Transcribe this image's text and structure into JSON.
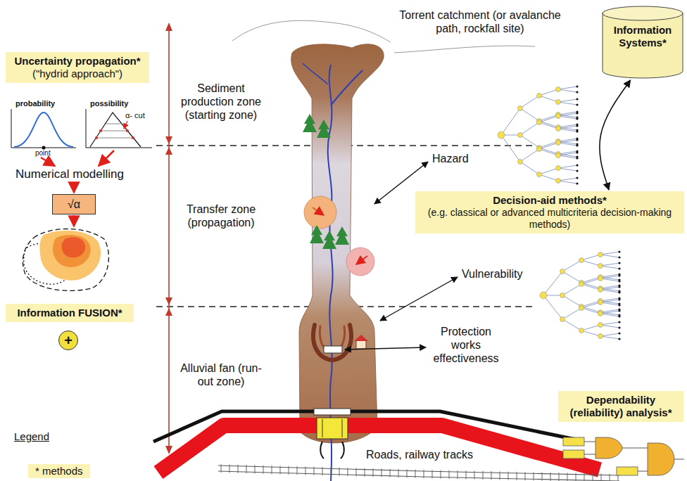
{
  "diagram": {
    "nodes": [
      {
        "text": [
          "Uncertainty propagation*",
          "(\"hydrid approach\")"
        ]
      },
      {
        "text": [
          "Information Systems*"
        ]
      },
      {
        "text": [
          "Decision-aid methods*",
          "(e.g. classical or advanced multicriteria decision-making methods)"
        ]
      },
      {
        "text": [
          "√α"
        ]
      },
      {
        "text": [
          "Dependability (reliability) analysis*"
        ]
      },
      {
        "text": [
          "Information FUSION*"
        ]
      },
      {
        "text": [
          "+"
        ]
      }
    ],
    "edges": [
      {
        "from": 1,
        "to": 2,
        "arrow": "both"
      }
    ],
    "labels": [
      "Torrent catchment (or avalanche path, rockfall site)",
      "Sediment production zone (starting zone)",
      "Transfer zone (propagation)",
      "Alluvial fan (run-out zone)",
      "Hazard",
      "Vulnerability",
      "Protection works effectiveness",
      "Roads, railway tracks",
      "probability",
      "possibility",
      "point",
      "α- cut",
      "Numerical modelling",
      "Legend"
    ],
    "legend": [
      {
        "text": "* methods",
        "color": "#fbf3b5"
      }
    ]
  }
}
